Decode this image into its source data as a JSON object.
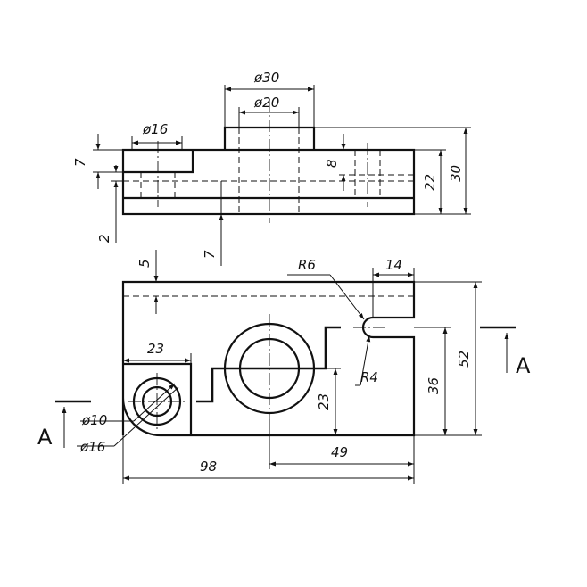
{
  "dimensions": {
    "d30": "ø30",
    "d20": "ø20",
    "d16_top": "ø16",
    "h7_left": "7",
    "h2": "2",
    "h7_mid": "7",
    "h8": "8",
    "h22": "22",
    "h30": "30",
    "v5": "5",
    "r6": "R6",
    "w14": "14",
    "w23": "23",
    "d10": "ø10",
    "d16_bottom": "ø16",
    "r4": "R4",
    "h23": "23",
    "h36": "36",
    "h52": "52",
    "w98": "98",
    "w49": "49"
  },
  "section": {
    "left_label": "A",
    "right_label": "A"
  }
}
